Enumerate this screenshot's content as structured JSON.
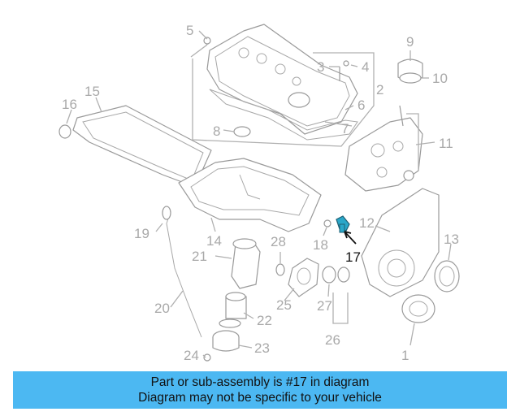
{
  "diagram": {
    "highlighted_part": "17",
    "callouts": [
      "1",
      "2",
      "3",
      "4",
      "5",
      "6",
      "7",
      "8",
      "9",
      "10",
      "11",
      "12",
      "13",
      "14",
      "15",
      "16",
      "17",
      "18",
      "19",
      "20",
      "21",
      "22",
      "23",
      "24",
      "25",
      "26",
      "27",
      "28"
    ],
    "colors": {
      "highlight": "#2aa7c9",
      "parts": "#9a9a9a",
      "banner": "#4cb8f2"
    }
  },
  "banner": {
    "line1": "Part or sub-assembly is #17 in diagram",
    "line2": "Diagram may not be specific to your vehicle"
  }
}
